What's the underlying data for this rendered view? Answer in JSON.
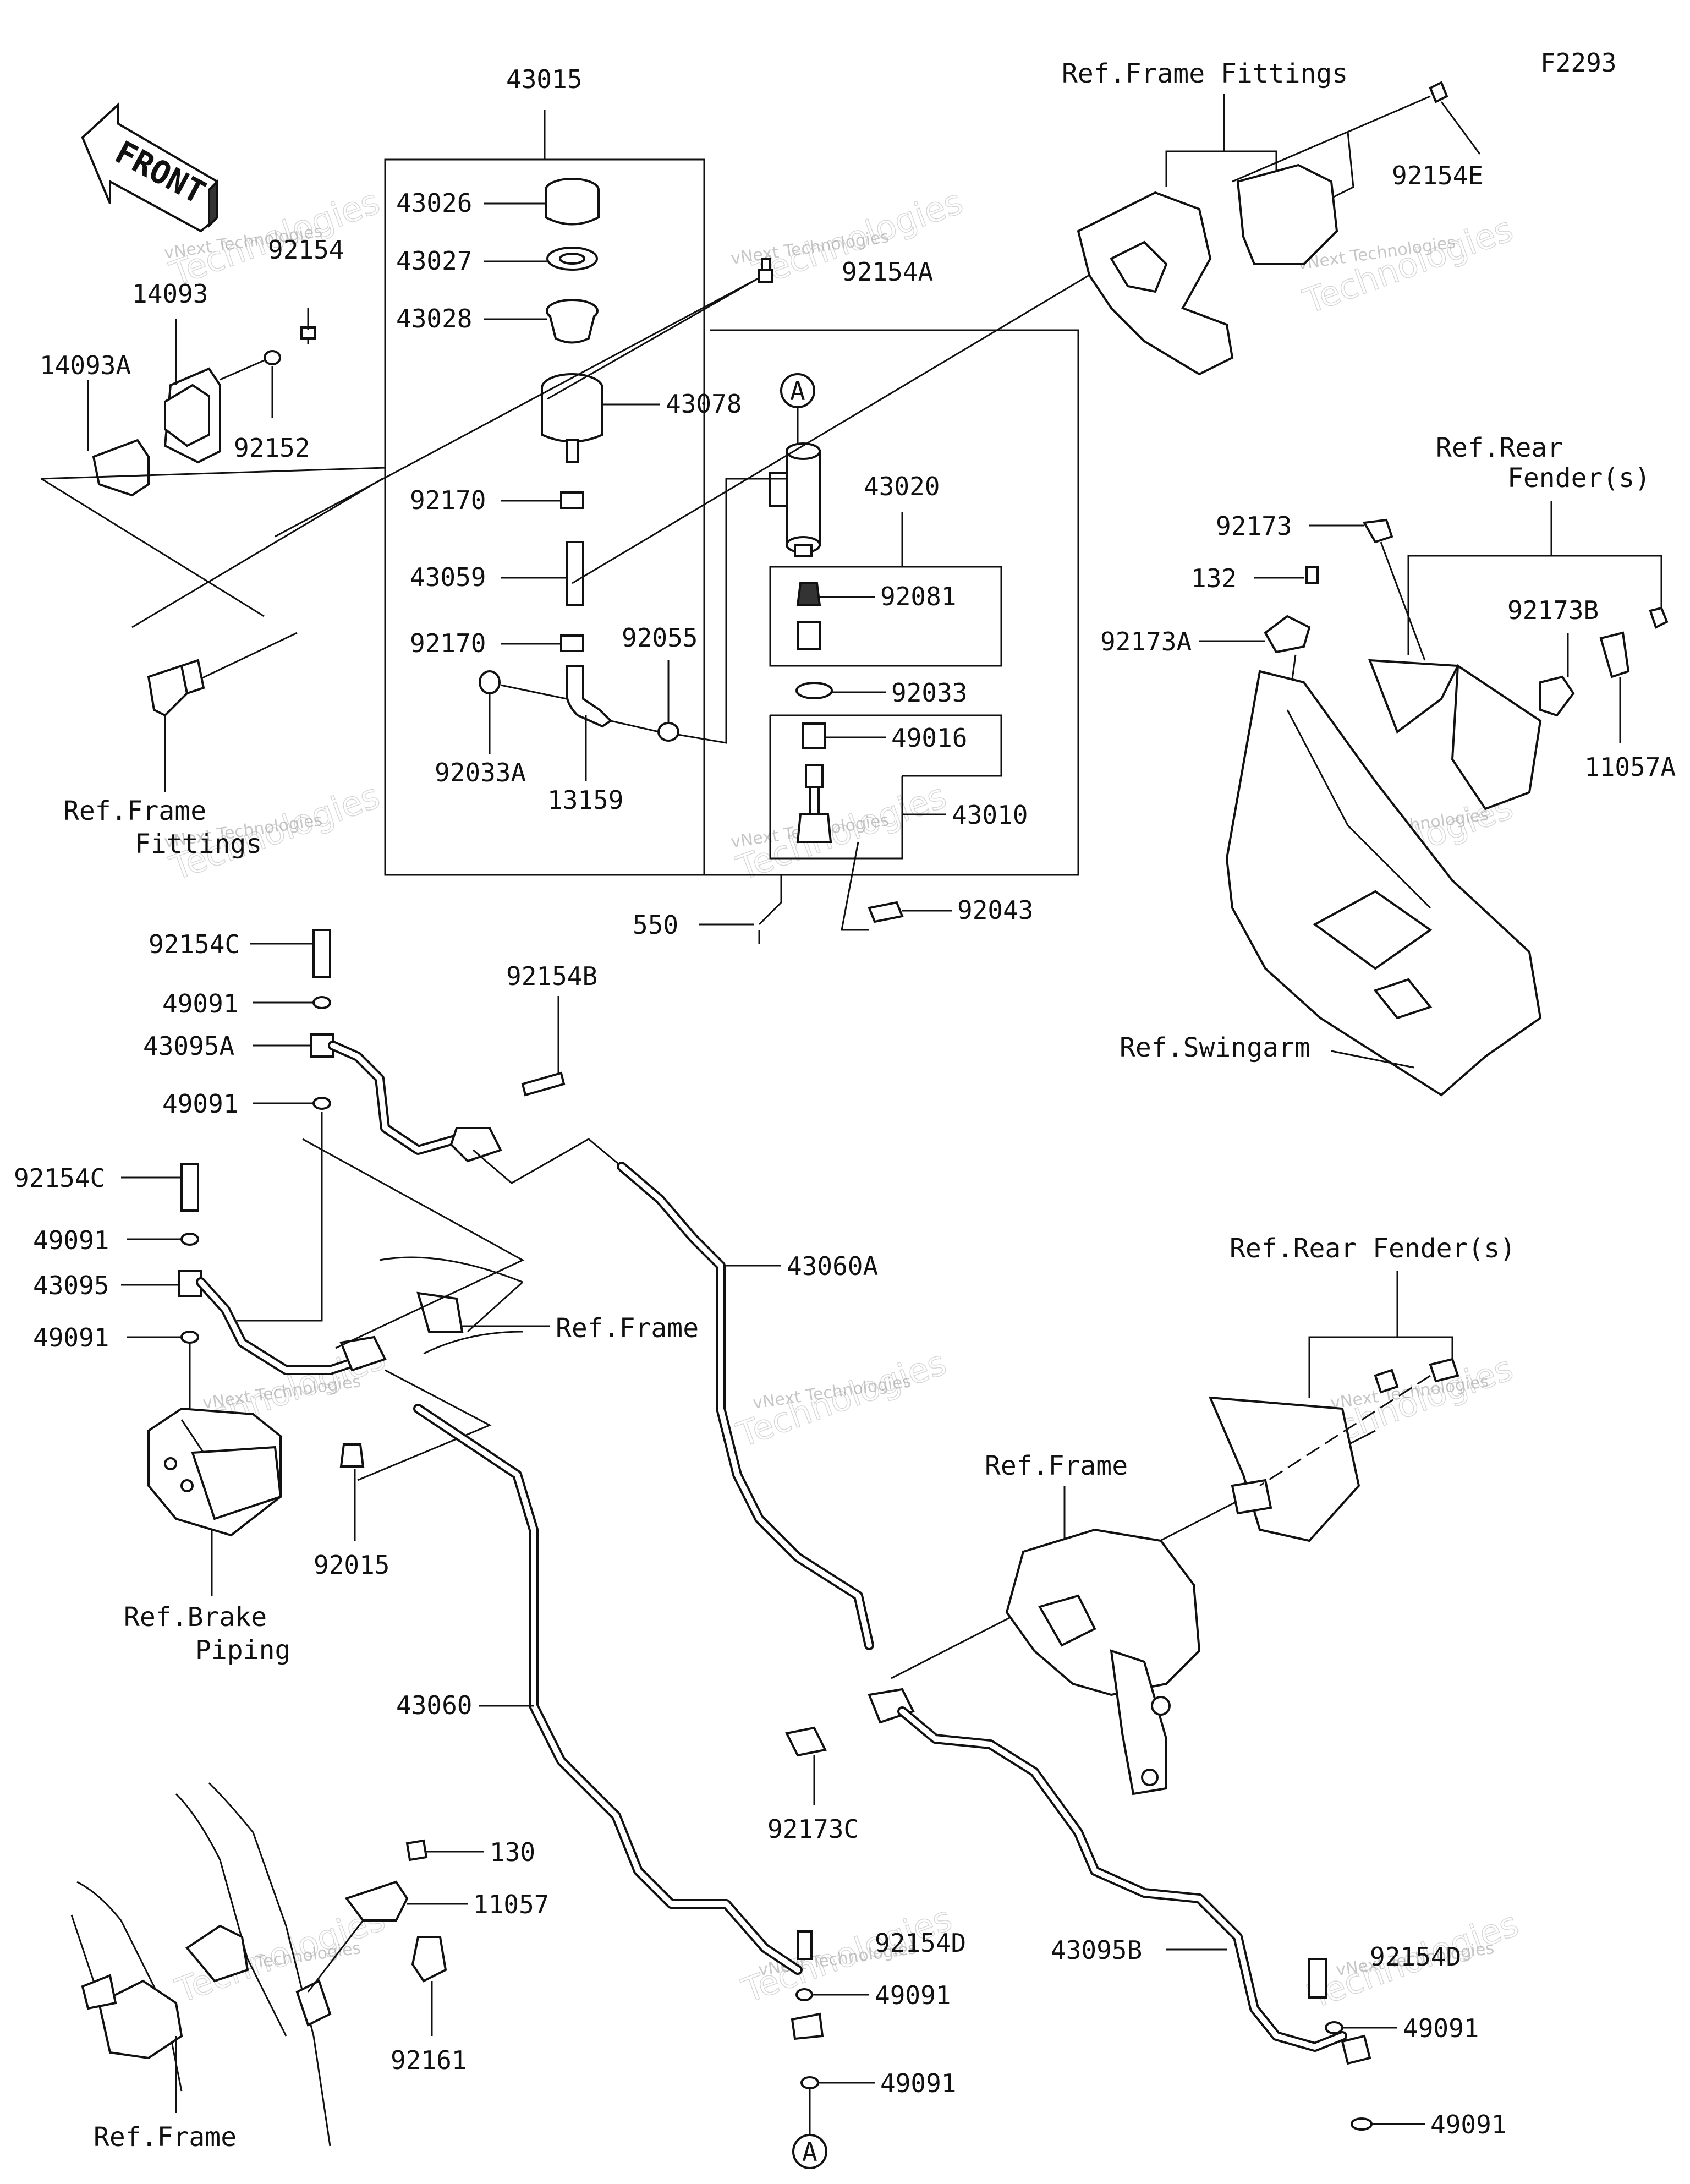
{
  "diagram_code": "F2293",
  "front_arrow_label": "FRONT",
  "watermark": {
    "line1": "vNext Technologies",
    "line2": "vNext",
    "line3": "Technologies"
  },
  "circle_marker": "A",
  "part_labels": {
    "p43015": "43015",
    "p43026": "43026",
    "p43027": "43027",
    "p43028": "43028",
    "p43078": "43078",
    "p92170a": "92170",
    "p43059": "43059",
    "p92170b": "92170",
    "p92055": "92055",
    "p92033A": "92033A",
    "p13159": "13159",
    "p43020": "43020",
    "p92081": "92081",
    "p92033": "92033",
    "p49016": "49016",
    "p43010": "43010",
    "p550": "550",
    "p92043": "92043",
    "p92154": "92154",
    "p14093": "14093",
    "p14093A": "14093A",
    "p92152": "92152",
    "p92154A": "92154A",
    "p92154E": "92154E",
    "p92173": "92173",
    "p132": "132",
    "p92173A": "92173A",
    "p92173B": "92173B",
    "p11057A": "11057A",
    "p92154C_a": "92154C",
    "p49091_a": "49091",
    "p43095A": "43095A",
    "p49091_b": "49091",
    "p92154B": "92154B",
    "p92154C_b": "92154C",
    "p49091_c": "49091",
    "p43095": "43095",
    "p49091_d": "49091",
    "p43060A": "43060A",
    "p92015": "92015",
    "p43060": "43060",
    "p92173C": "92173C",
    "p130": "130",
    "p11057": "11057",
    "p92161": "92161",
    "p92154D_a": "92154D",
    "p49091_e": "49091",
    "p49091_f": "49091",
    "p43095B": "43095B",
    "p92154D_b": "92154D",
    "p49091_g": "49091",
    "p49091_h": "49091"
  },
  "ref_labels": {
    "frame_fittings_top": "Ref.Frame Fittings",
    "frame_fittings_left_1": "Ref.Frame",
    "frame_fittings_left_2": "Fittings",
    "rear_fender_1": "Ref.Rear",
    "rear_fender_2": "Fender(s)",
    "swingarm": "Ref.Swingarm",
    "frame_mid": "Ref.Frame",
    "brake_piping_1": "Ref.Brake",
    "brake_piping_2": "Piping",
    "rear_fender_mid": "Ref.Rear Fender(s)",
    "frame_right": "Ref.Frame",
    "frame_bottom": "Ref.Frame"
  }
}
